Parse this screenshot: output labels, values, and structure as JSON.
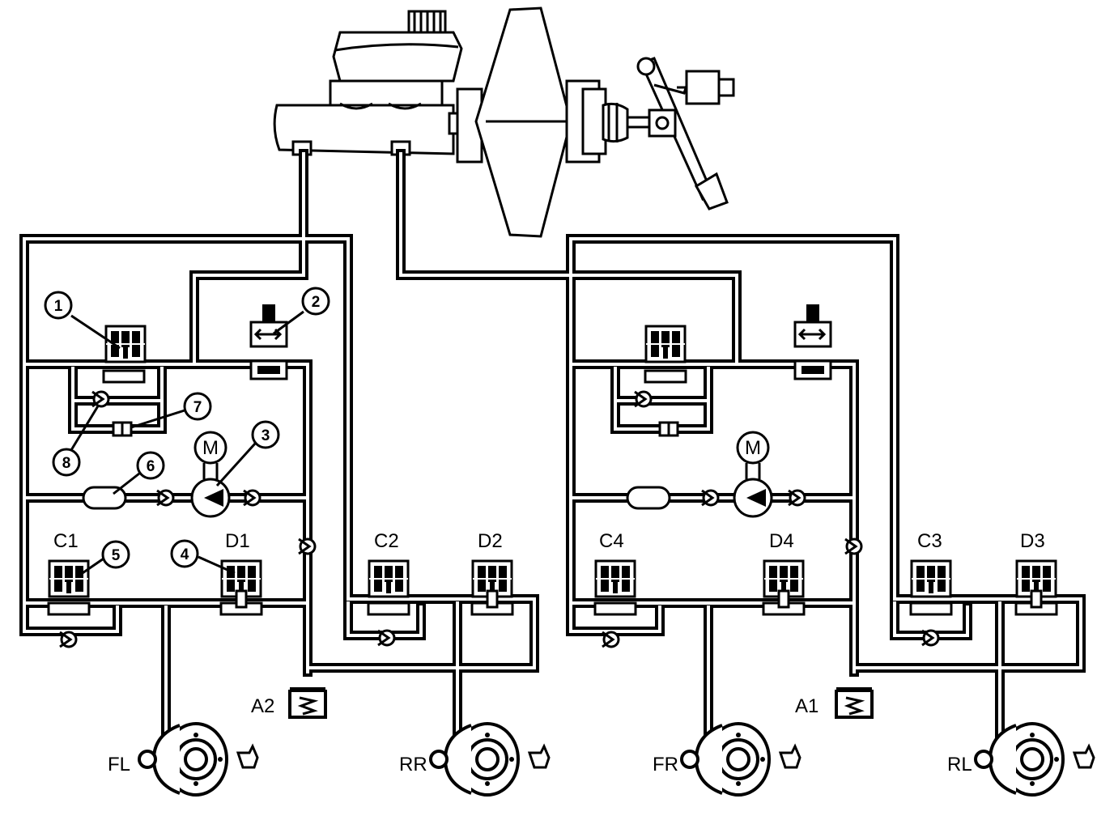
{
  "callouts": [
    "1",
    "2",
    "3",
    "4",
    "5",
    "6",
    "7",
    "8"
  ],
  "motor_label": "M",
  "valves": {
    "c1": "C1",
    "d1": "D1",
    "c2": "C2",
    "d2": "D2",
    "c3": "C3",
    "d3": "D3",
    "c4": "C4",
    "d4": "D4"
  },
  "accumulators": {
    "a1": "A1",
    "a2": "A2"
  },
  "wheels": {
    "fl": "FL",
    "rr": "RR",
    "fr": "FR",
    "rl": "RL"
  },
  "colors": {
    "line": "#000000",
    "background": "#ffffff"
  }
}
